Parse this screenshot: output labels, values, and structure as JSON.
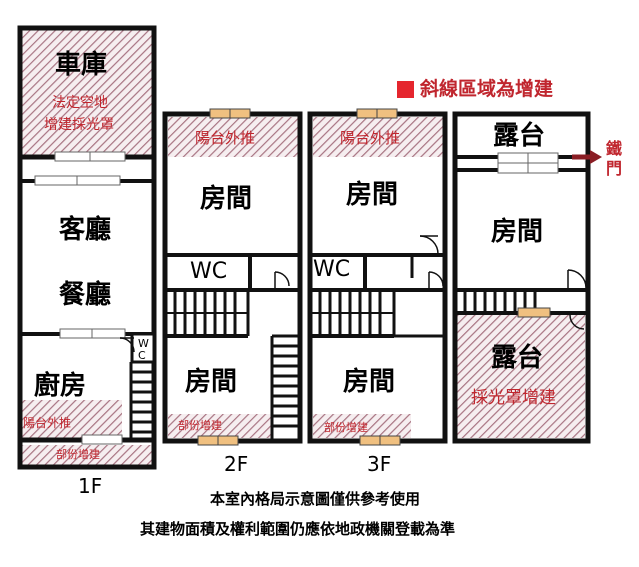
{
  "legend": {
    "text": "斜線區域為增建",
    "swatch_color": "#e5262e"
  },
  "floors": {
    "f1": "1F",
    "f2": "2F",
    "f3": "3F"
  },
  "rooms": {
    "garage": "車庫",
    "garage_note1": "法定空地",
    "garage_note2": "增建採光罩",
    "living": "客廳",
    "dining": "餐廳",
    "kitchen": "廚房",
    "balcony_out_1f": "陽台外推",
    "partial_1f": "部份增建",
    "wc_1f": "W",
    "wc_1f_b": "C",
    "balcony_out_2f": "陽台外推",
    "room_2f_top": "房間",
    "wc_2f": "WC",
    "room_2f_bottom": "房間",
    "partial_2f": "部份增建",
    "balcony_out_3f": "陽台外推",
    "room_3f_top": "房間",
    "wc_3f": "WC",
    "room_3f_bottom": "房間",
    "partial_3f": "部份增建",
    "terrace_top": "露台",
    "room_4f": "房間",
    "terrace_bottom": "露台",
    "terrace_note": "採光罩增建",
    "iron_door_1": "鐵",
    "iron_door_2": "門"
  },
  "disclaimer": {
    "line1": "本室內格局示意圖僅供參考使用",
    "line2": "其建物面積及權利範圍仍應依地政機關登載為準"
  },
  "colors": {
    "wall": "#111111",
    "hatch": "#b07a84",
    "window": "#f0c080",
    "accent": "#c0262e"
  }
}
